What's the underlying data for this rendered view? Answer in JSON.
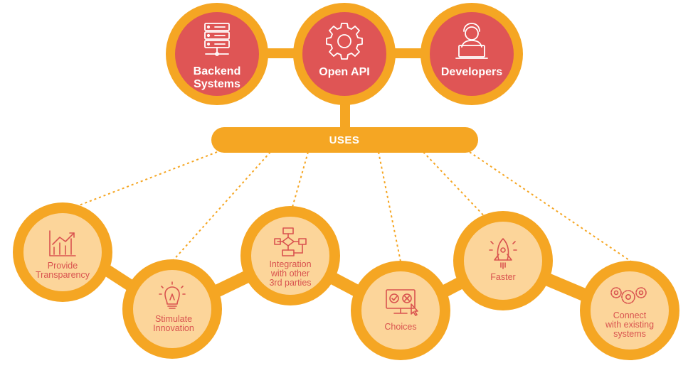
{
  "colors": {
    "orange": "#f5a623",
    "red": "#df5555",
    "light": "#fcd59a",
    "label_red": "#d9534f",
    "white": "#ffffff"
  },
  "top_nodes": [
    {
      "line1": "Backend",
      "line2": "Systems",
      "icon": "server-stack-icon"
    },
    {
      "line1": "Open API",
      "line2": "",
      "icon": "gear-icon"
    },
    {
      "line1": "Developers",
      "line2": "",
      "icon": "developer-at-laptop-icon"
    }
  ],
  "hub": {
    "label": "USES"
  },
  "uses": [
    {
      "lines": [
        "Provide",
        "Transparency"
      ],
      "icon": "growth-chart-icon"
    },
    {
      "lines": [
        "Stimulate",
        "Innovation"
      ],
      "icon": "lightbulb-icon"
    },
    {
      "lines": [
        "Integration",
        "with other",
        "3rd parties"
      ],
      "icon": "flowchart-icon"
    },
    {
      "lines": [
        "Choices"
      ],
      "icon": "monitor-check-cross-icon"
    },
    {
      "lines": [
        "Faster"
      ],
      "icon": "rocket-icon"
    },
    {
      "lines": [
        "Connect",
        "with existing",
        "systems"
      ],
      "icon": "gears-icon"
    }
  ]
}
